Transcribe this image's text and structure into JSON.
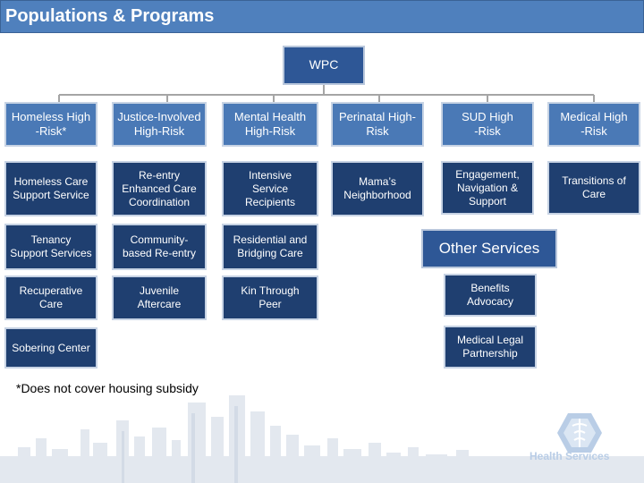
{
  "header": {
    "title": "Populations & Programs"
  },
  "root": {
    "label": "WPC"
  },
  "populations": [
    {
      "label": "Homeless   High\n-Risk*",
      "programs": [
        "Homeless Care\nSupport Service",
        "Tenancy\nSupport Services",
        "Recuperative\nCare"
      ]
    },
    {
      "label": "Justice-Involved\nHigh-Risk",
      "programs": [
        "Re-entry\nEnhanced Care\nCoordination",
        "Community-\nbased Re-entry",
        "Juvenile\nAftercare"
      ]
    },
    {
      "label": "Mental Health\nHigh-Risk",
      "programs": [
        "Intensive\nService\nRecipients",
        "Residential and\nBridging Care",
        "Kin Through\nPeer"
      ]
    },
    {
      "label": "Perinatal High-\nRisk",
      "programs": [
        "Mama’s\nNeighborhood"
      ]
    },
    {
      "label": "SUD          High\n-Risk",
      "programs": [
        "Engagement,\nNavigation &\nSupport"
      ]
    },
    {
      "label": "Medical     High\n-Risk",
      "programs": [
        "Transitions of\nCare"
      ]
    }
  ],
  "sobering_center": "Sobering Center",
  "other_services": {
    "label": "Other Services",
    "items": [
      "Benefits\nAdvocacy",
      "Medical Legal\nPartnership"
    ]
  },
  "footnote": "*Does not cover housing subsidy",
  "logo_text": "Health Services",
  "colors": {
    "title_bar": "#4f80bd",
    "header_box": "#4a79b6",
    "program_box": "#1f3f70",
    "root_box": "#2e5796",
    "connector": "#a5a5a5"
  }
}
